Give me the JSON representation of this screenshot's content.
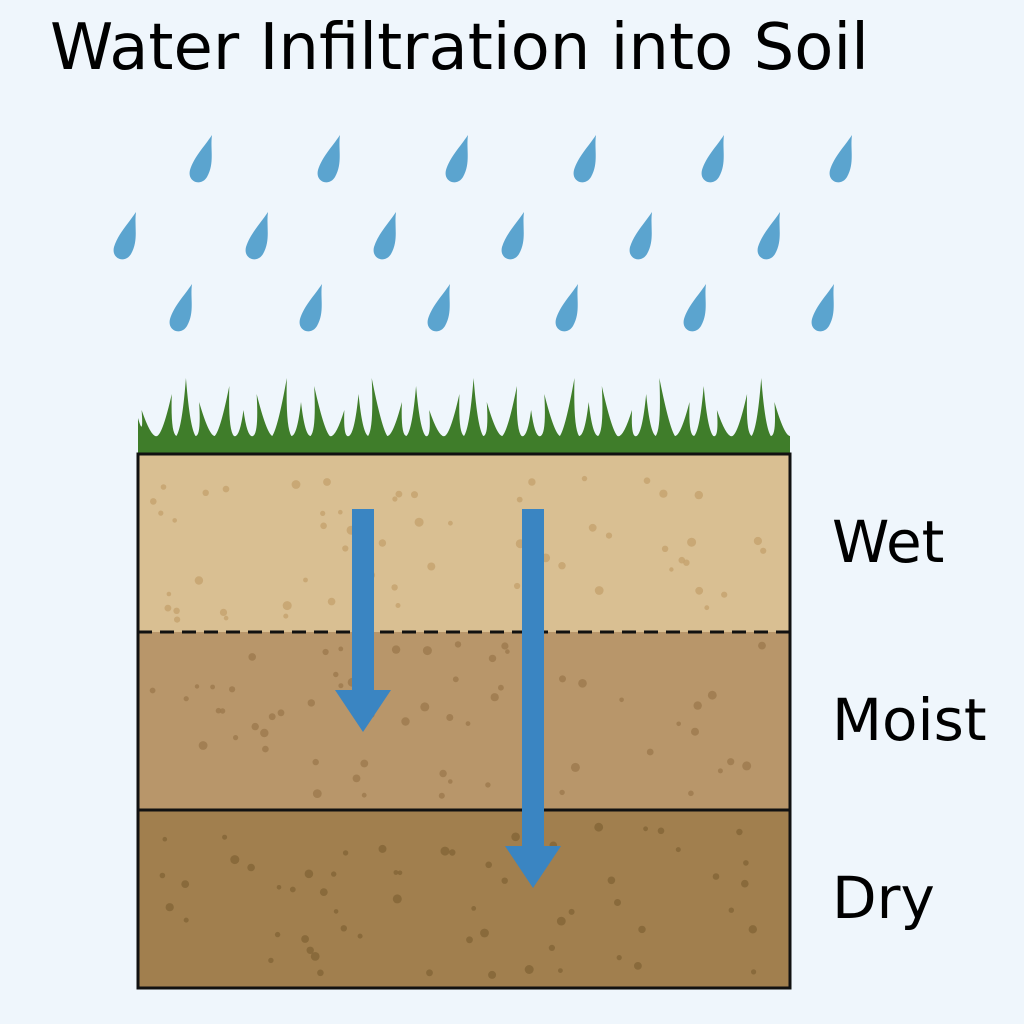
{
  "title": "Water Infiltration into Soil",
  "layers": [
    {
      "label": "Wet",
      "color": "#d9bf92"
    },
    {
      "label": "Moist",
      "color": "#b8966a"
    },
    {
      "label": "Dry",
      "color": "#a17f4e"
    }
  ],
  "colors": {
    "background": "#eff6fc",
    "raindrop": "#5ba4cf",
    "arrow": "#3a85c2",
    "grass": "#3f7d2a",
    "outline": "#111111",
    "speckle_light": "#c5a370",
    "speckle_medium": "#9e7b4f",
    "speckle_dark": "#856638"
  },
  "icons": {
    "raindrop": "raindrop-icon",
    "grass": "grass-icon",
    "arrow": "down-arrow-icon"
  },
  "infiltration_arrows": [
    {
      "name": "shallow",
      "reaches_layer": "Moist"
    },
    {
      "name": "deep",
      "reaches_layer": "Dry"
    }
  ],
  "boundaries": [
    {
      "between": [
        "Wet",
        "Moist"
      ],
      "style": "dashed"
    },
    {
      "between": [
        "Moist",
        "Dry"
      ],
      "style": "solid"
    }
  ]
}
